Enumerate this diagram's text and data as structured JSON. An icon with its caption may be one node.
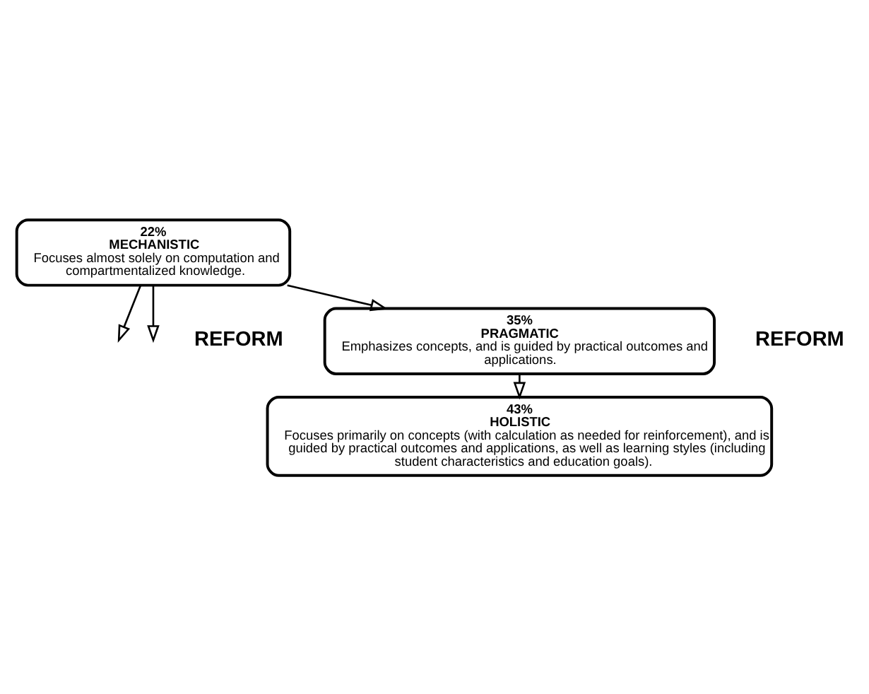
{
  "diagram": {
    "nodes": [
      {
        "text": [
          "22%",
          "MECHANISTIC",
          "Focuses almost solely on computation and compartmentalized knowledge."
        ]
      },
      {
        "text": [
          "35%",
          "PRAGMATIC",
          "Emphasizes concepts, and is guided by practical outcomes and applications."
        ]
      },
      {
        "text": [
          "43%",
          "HOLISTIC",
          "Focuses primarily on concepts (with calculation as needed for reinforcement), and is guided by practical outcomes and applications, as well as learning styles (including student characteristics and education goals)."
        ]
      }
    ],
    "edges": [
      {
        "from": 0,
        "to": 1,
        "arrow": "to"
      },
      {
        "from": 1,
        "to": 2,
        "arrow": "to"
      },
      {
        "from": 0,
        "to": null,
        "arrow": "to"
      },
      {
        "from": 0,
        "to": null,
        "arrow": "to"
      }
    ],
    "labels": [
      "REFORM",
      "REFORM"
    ]
  }
}
